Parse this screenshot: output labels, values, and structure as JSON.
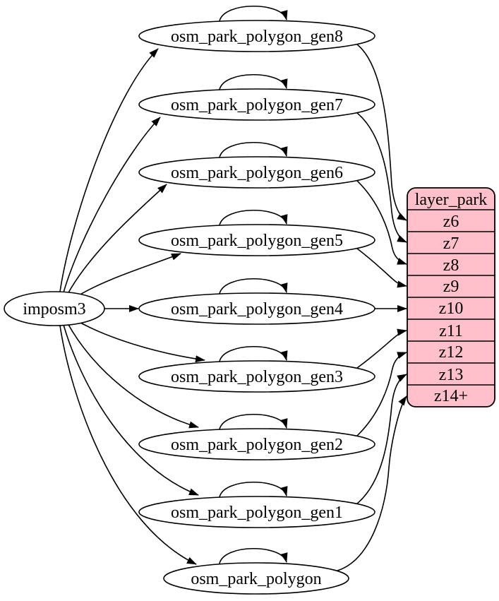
{
  "diagram": {
    "source": {
      "label": "imposm3"
    },
    "generalized_tables": [
      {
        "label": "osm_park_polygon_gen8",
        "zoom": "z6"
      },
      {
        "label": "osm_park_polygon_gen7",
        "zoom": "z7"
      },
      {
        "label": "osm_park_polygon_gen6",
        "zoom": "z8"
      },
      {
        "label": "osm_park_polygon_gen5",
        "zoom": "z9"
      },
      {
        "label": "osm_park_polygon_gen4",
        "zoom": "z10"
      },
      {
        "label": "osm_park_polygon_gen3",
        "zoom": "z11"
      },
      {
        "label": "osm_park_polygon_gen2",
        "zoom": "z12"
      },
      {
        "label": "osm_park_polygon_gen1",
        "zoom": "z13"
      },
      {
        "label": "osm_park_polygon",
        "zoom": "z14+"
      }
    ],
    "layer": {
      "title": "layer_park",
      "zoom_rows": [
        "z6",
        "z7",
        "z8",
        "z9",
        "z10",
        "z11",
        "z12",
        "z13",
        "z14+"
      ]
    },
    "edges": [
      {
        "from": "imposm3",
        "to": "osm_park_polygon_gen8"
      },
      {
        "from": "imposm3",
        "to": "osm_park_polygon_gen7"
      },
      {
        "from": "imposm3",
        "to": "osm_park_polygon_gen6"
      },
      {
        "from": "imposm3",
        "to": "osm_park_polygon_gen5"
      },
      {
        "from": "imposm3",
        "to": "osm_park_polygon_gen4"
      },
      {
        "from": "imposm3",
        "to": "osm_park_polygon_gen3"
      },
      {
        "from": "imposm3",
        "to": "osm_park_polygon_gen2"
      },
      {
        "from": "imposm3",
        "to": "osm_park_polygon_gen1"
      },
      {
        "from": "imposm3",
        "to": "osm_park_polygon"
      },
      {
        "from": "osm_park_polygon_gen8",
        "to": "osm_park_polygon_gen8"
      },
      {
        "from": "osm_park_polygon_gen7",
        "to": "osm_park_polygon_gen7"
      },
      {
        "from": "osm_park_polygon_gen6",
        "to": "osm_park_polygon_gen6"
      },
      {
        "from": "osm_park_polygon_gen5",
        "to": "osm_park_polygon_gen5"
      },
      {
        "from": "osm_park_polygon_gen4",
        "to": "osm_park_polygon_gen4"
      },
      {
        "from": "osm_park_polygon_gen3",
        "to": "osm_park_polygon_gen3"
      },
      {
        "from": "osm_park_polygon_gen2",
        "to": "osm_park_polygon_gen2"
      },
      {
        "from": "osm_park_polygon_gen1",
        "to": "osm_park_polygon_gen1"
      },
      {
        "from": "osm_park_polygon",
        "to": "osm_park_polygon"
      },
      {
        "from": "osm_park_polygon_gen8",
        "to": "layer_park.z6"
      },
      {
        "from": "osm_park_polygon_gen7",
        "to": "layer_park.z7"
      },
      {
        "from": "osm_park_polygon_gen6",
        "to": "layer_park.z8"
      },
      {
        "from": "osm_park_polygon_gen5",
        "to": "layer_park.z9"
      },
      {
        "from": "osm_park_polygon_gen4",
        "to": "layer_park.z10"
      },
      {
        "from": "osm_park_polygon_gen3",
        "to": "layer_park.z11"
      },
      {
        "from": "osm_park_polygon_gen2",
        "to": "layer_park.z12"
      },
      {
        "from": "osm_park_polygon_gen1",
        "to": "layer_park.z13"
      },
      {
        "from": "osm_park_polygon",
        "to": "layer_park.z14+"
      }
    ],
    "colors": {
      "layer_fill": "#ffc0cb",
      "node_fill": "#ffffff",
      "edge_stroke": "#000000"
    }
  }
}
